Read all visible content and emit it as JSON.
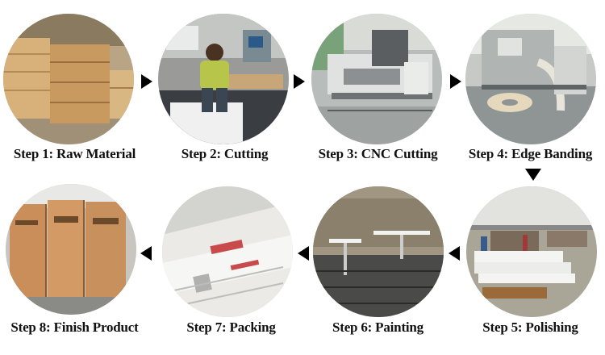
{
  "steps": [
    {
      "label": "Step 1: Raw Material",
      "photo": "stacked-wood-boards"
    },
    {
      "label": "Step 2: Cutting",
      "photo": "panel-saw-worker"
    },
    {
      "label": "Step 3: CNC Cutting",
      "photo": "cnc-machine"
    },
    {
      "label": "Step 4: Edge Banding",
      "photo": "edge-banding-machine"
    },
    {
      "label": "Step 5: Polishing",
      "photo": "workshop-white-panels"
    },
    {
      "label": "Step 6: Painting",
      "photo": "spray-booth"
    },
    {
      "label": "Step 7: Packing",
      "photo": "wrapped-boards"
    },
    {
      "label": "Step 8: Finish Product",
      "photo": "cardboard-boxes"
    }
  ],
  "colors": {
    "arrow": "#000000",
    "label": "#111111",
    "background": "#ffffff"
  }
}
